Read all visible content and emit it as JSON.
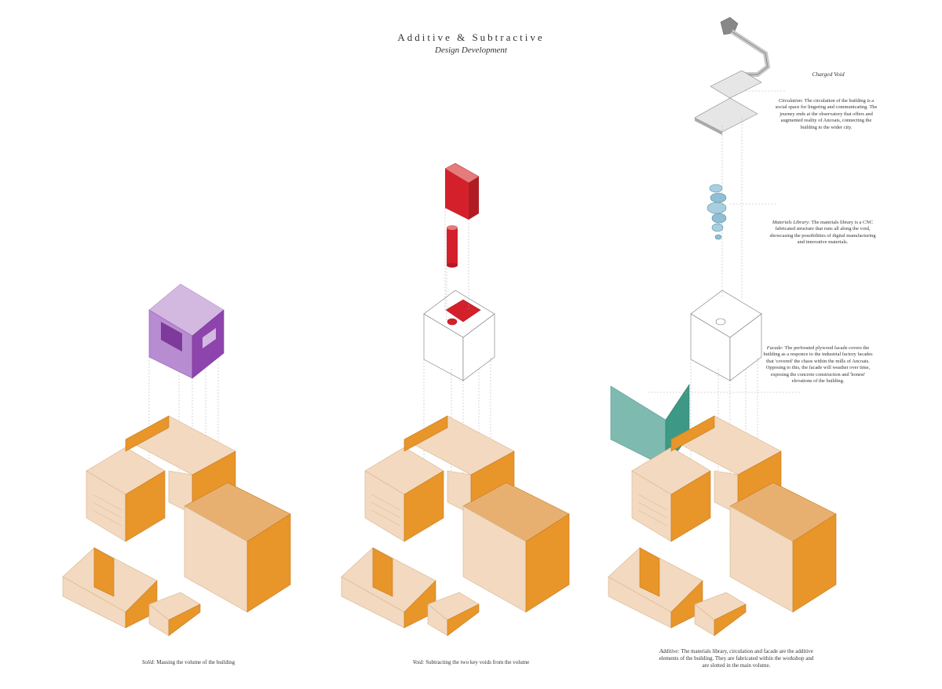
{
  "header": {
    "title": "Additive & Subtractive",
    "subtitle": "Design Development"
  },
  "charged_void": {
    "label": "Charged Void"
  },
  "annotations": {
    "circulation": {
      "term": "Circulation:",
      "text": "The circulation of the building is a social space for lingering and communicating. The journey ends at the observatory that offers and augmented reality of Ancoats, connecting the building to the wider city."
    },
    "materials_library": {
      "term": "Materials Library:",
      "text": "The materials library is a CNC fabricated structure that runs all along the void, showcasing the possibilities of digital manufacturing and innovative materials."
    },
    "facade": {
      "term": "Facade:",
      "text": "The perforated plywood facade covers the building as a responce to the industrial factory facades that 'covered' the chaos within the mills of Ancoats. Opposing to this, the facade will weather over time, exposing the concrete construction and 'honest' elevations of the building."
    }
  },
  "captions": {
    "solid": {
      "term": "Solid:",
      "text": "Massing the volume of the building"
    },
    "void": {
      "term": "Void:",
      "text": "Subtracting the two key voids from the volume"
    },
    "additive": {
      "term": "Additive:",
      "text": "The materials library, circulation and facade are the additive elements of the building. They are fabricated within the workshop and are slotted in the main volume."
    }
  },
  "colors": {
    "solid_massing": "#9b59b6",
    "void_elements": "#d4202a",
    "facade_panel": "#5aaa9a",
    "context_buildings": "#e8952a",
    "context_light": "#f2d9c0",
    "materials_library": "#7fb0c8"
  }
}
